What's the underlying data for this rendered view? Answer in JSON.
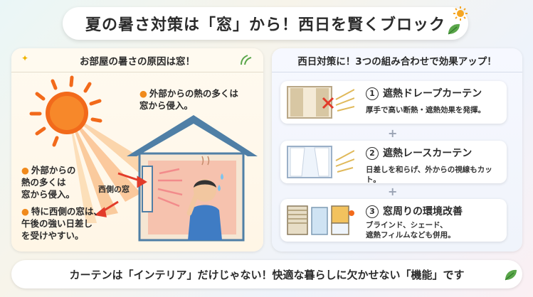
{
  "title": "夏の暑さ対策は「窓」から！西日を賢くブロック",
  "left_panel": {
    "heading": "お部屋の暑さの原因は窓！",
    "note_top": "外部からの熱の多くは\n窓から侵入。",
    "note_left_1": "外部からの\n熱の多くは\n窓から侵入。",
    "note_left_2": "特に西側の窓は、\n午後の強い日差し\nを受けやすい。",
    "window_label": "西側の窓"
  },
  "right_panel": {
    "heading": "西日対策に！3つの組み合わせで効果アップ！",
    "cards": [
      {
        "number": "1",
        "title": "遮熱ドレープカーテン",
        "desc": "厚手で高い断熱・遮熱効果を発揮。"
      },
      {
        "number": "2",
        "title": "遮熱レースカーテン",
        "desc": "日差しを和らげ、外からの視線もカット。"
      },
      {
        "number": "3",
        "title": "窓周りの環境改善",
        "desc": "ブラインド、シェード、\n遮熱フィルムなども併用。"
      }
    ],
    "plus": "+"
  },
  "footer": "カーテンは「インテリア」だけじゃない！快適な暮らしに欠かせない「機能」です",
  "colors": {
    "accent": "#f08a1c",
    "sun": "#f26a1b",
    "wall": "#f6c9b8",
    "roof": "#4f7fa6"
  }
}
